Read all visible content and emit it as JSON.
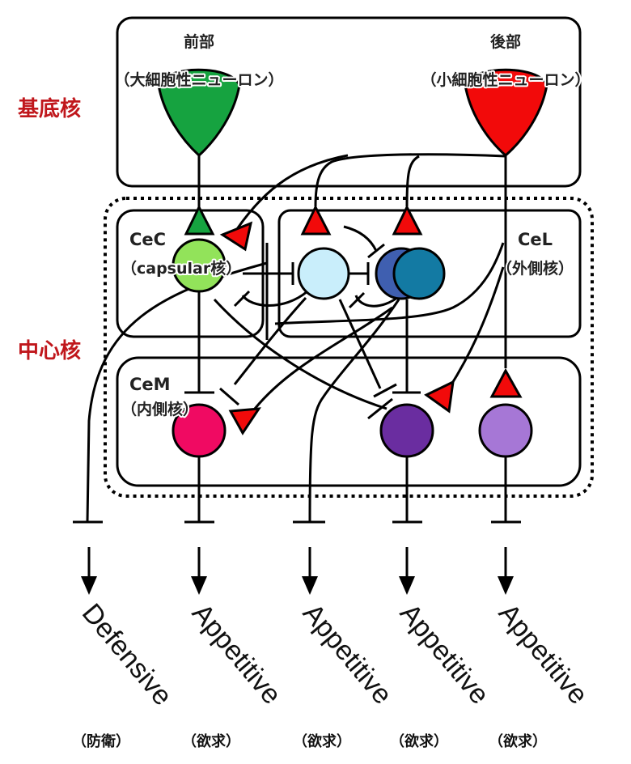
{
  "regions": {
    "basal": "基底核",
    "central": "中心核"
  },
  "basal_sections": {
    "anterior": {
      "title": "前部",
      "subtitle": "（大細胞性ニューロン）",
      "color": "#16a340"
    },
    "posterior": {
      "title": "後部",
      "subtitle": "（小細胞性ニューロン）",
      "color": "#f20a0a"
    }
  },
  "nuclei": {
    "cec": {
      "name": "CeC",
      "subtitle": "（capsular核）"
    },
    "cel": {
      "name": "CeL",
      "subtitle": "（外側核）"
    },
    "cem": {
      "name": "CeM",
      "subtitle": "（内側核）"
    }
  },
  "neurons": {
    "cec_cell": "#92e35a",
    "cel_cell_light": "#c9eefb",
    "cel_cell_dark": "#3f5fb0",
    "cel_cell_teal": "#137aa3",
    "cem_cell_pink": "#f00a62",
    "cem_cell_purple": "#6a2da0",
    "cem_cell_lavender": "#a677d6",
    "excitatory_terminal": "#f20a0a"
  },
  "outputs": [
    {
      "label": "Defensive",
      "jp": "（防衛）"
    },
    {
      "label": "Appetitive",
      "jp": "（欲求）"
    },
    {
      "label": "Appetitive",
      "jp": "（欲求）"
    },
    {
      "label": "Appetitive",
      "jp": "（欲求）"
    },
    {
      "label": "Appetitive",
      "jp": "（欲求）"
    }
  ]
}
